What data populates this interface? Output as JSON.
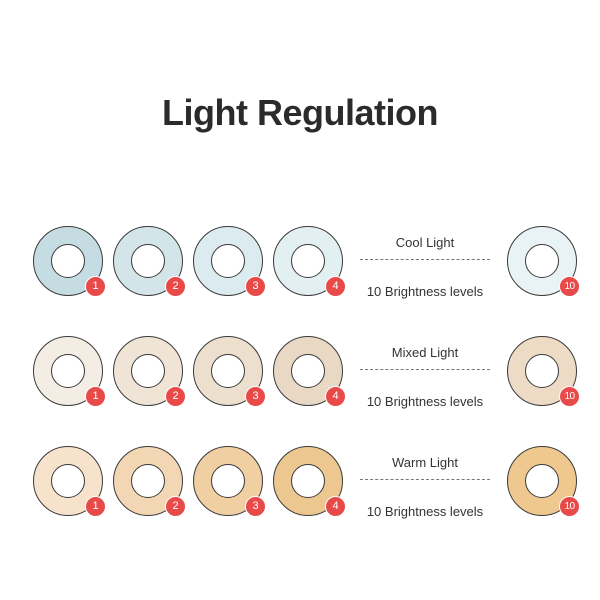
{
  "title": "Light Regulation",
  "rows": [
    {
      "mode_label": "Cool Light",
      "levels_label": "10 Brightness levels",
      "badges": [
        "1",
        "2",
        "3",
        "4",
        "10"
      ],
      "ring_colors": [
        "#c6dce3",
        "#d4e5ea",
        "#dcebef",
        "#e3f0f2",
        "#e9f3f5"
      ]
    },
    {
      "mode_label": "Mixed Light",
      "levels_label": "10 Brightness levels",
      "badges": [
        "1",
        "2",
        "3",
        "4",
        "10"
      ],
      "ring_colors": [
        "#f4ede4",
        "#efe4d6",
        "#ecdfce",
        "#e9d8c4",
        "#eedbc6"
      ]
    },
    {
      "mode_label": "Warm Light",
      "levels_label": "10 Brightness levels",
      "badges": [
        "1",
        "2",
        "3",
        "4",
        "10"
      ],
      "ring_colors": [
        "#f7e3cc",
        "#f3d7b5",
        "#f0cfa3",
        "#edc790",
        "#efc88f"
      ]
    }
  ],
  "badge_color": "#e84a4a"
}
